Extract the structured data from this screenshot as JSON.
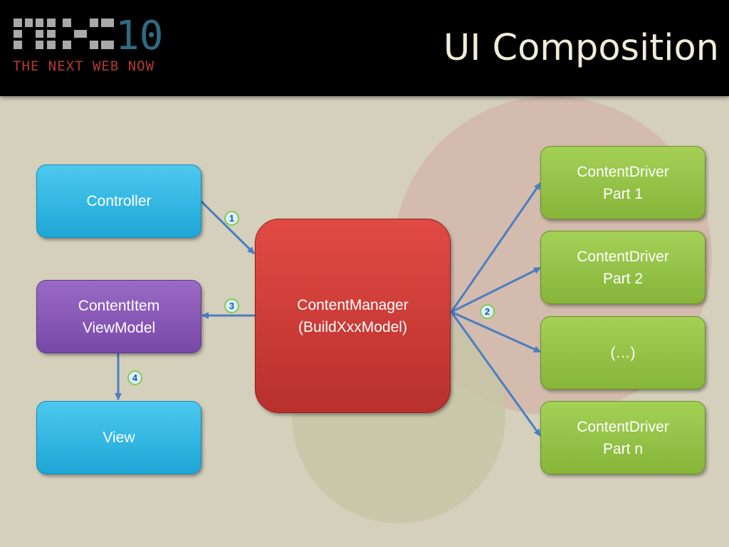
{
  "header": {
    "logo_text": "mix10",
    "logo_tagline": "THE NEXT WEB NOW",
    "title": "UI Composition"
  },
  "colors": {
    "header_bg": "#000000",
    "slide_bg": "#d5d0bc",
    "logo_gray": "#a9a9a9",
    "logo_teal": "#2e6b82",
    "logo_red": "#b53a33",
    "arrow": "#4a7ec2"
  },
  "diagram": {
    "nodes": {
      "controller": "Controller",
      "content_item_view_model": "ContentItem\nViewModel",
      "view": "View",
      "content_manager": "ContentManager\n(BuildXxxModel)",
      "driver_part_1": "ContentDriver\nPart 1",
      "driver_part_2": "ContentDriver\nPart 2",
      "driver_ellipsis": "(…)",
      "driver_part_n": "ContentDriver\nPart n"
    },
    "steps": [
      "1",
      "2",
      "3",
      "4"
    ]
  }
}
